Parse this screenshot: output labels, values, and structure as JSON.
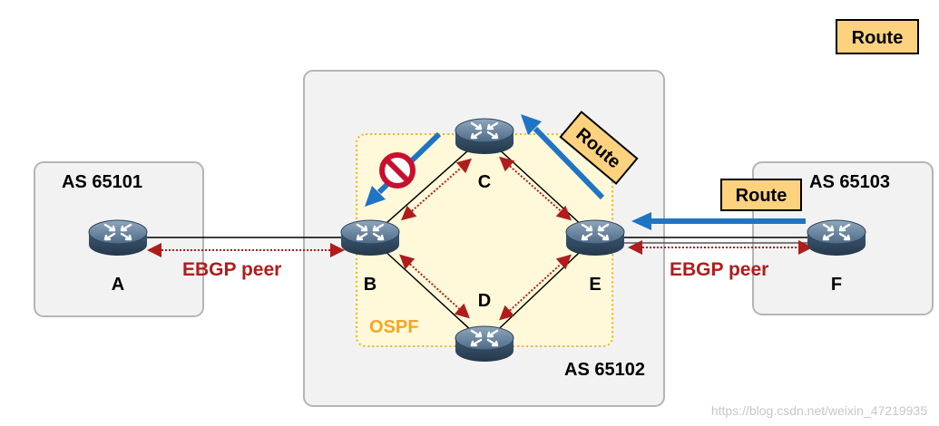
{
  "legend": {
    "label": "Route"
  },
  "as_boxes": {
    "left": "AS 65101",
    "center": "AS 65102",
    "right": "AS 65103"
  },
  "area": {
    "label": "OSPF"
  },
  "routers": {
    "a": "A",
    "b": "B",
    "c": "C",
    "d": "D",
    "e": "E",
    "f": "F"
  },
  "peers": {
    "left": "EBGP peer",
    "right": "EBGP peer"
  },
  "route_tags": {
    "tilted": "Route",
    "incoming": "Route"
  },
  "watermark": "https://blog.csdn.net/weixin_47219935",
  "colors": {
    "route_fill": "#fcd27f",
    "router_body": "#3b5770",
    "arrow_blue": "#1f74c4",
    "peer_red": "#b01c1c",
    "ospf_orange": "#f5a623",
    "deny_red": "#c8102e"
  }
}
